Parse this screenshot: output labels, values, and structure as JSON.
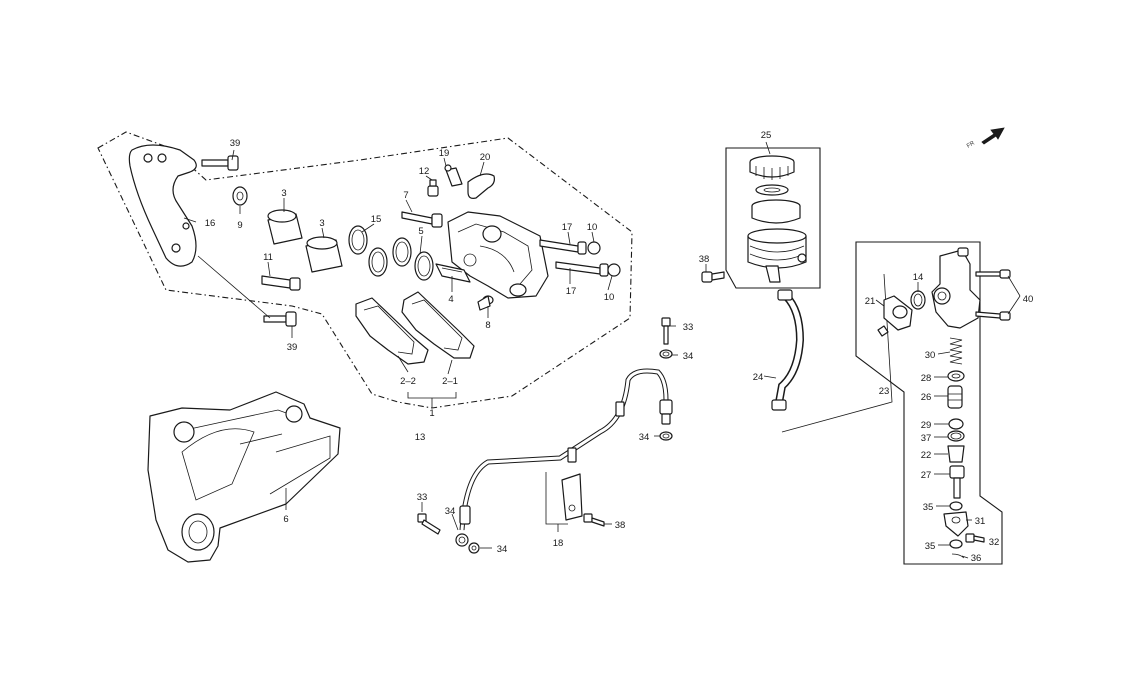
{
  "labels": {
    "l1": "1",
    "l2_1": "2–1",
    "l2_2": "2–2",
    "l3a": "3",
    "l3b": "3",
    "l4": "4",
    "l5": "5",
    "l6": "6",
    "l7": "7",
    "l8": "8",
    "l9": "9",
    "l10a": "10",
    "l10b": "10",
    "l11": "11",
    "l12": "12",
    "l13": "13",
    "l14": "14",
    "l15": "15",
    "l16": "16",
    "l17a": "17",
    "l17b": "17",
    "l18": "18",
    "l19": "19",
    "l20": "20",
    "l21": "21",
    "l22": "22",
    "l23": "23",
    "l24": "24",
    "l25": "25",
    "l26": "26",
    "l27": "27",
    "l28": "28",
    "l29": "29",
    "l30": "30",
    "l31": "31",
    "l32": "32",
    "l33a": "33",
    "l33b": "33",
    "l34a": "34",
    "l34b": "34",
    "l34c": "34",
    "l34d": "34",
    "l35a": "35",
    "l35b": "35",
    "l36": "36",
    "l37": "37",
    "l38a": "38",
    "l38b": "38",
    "l39a": "39",
    "l39b": "39",
    "l40": "40"
  },
  "direction": {
    "text": "FR"
  },
  "icons": {
    "arrow": "front-direction-arrow-icon"
  }
}
